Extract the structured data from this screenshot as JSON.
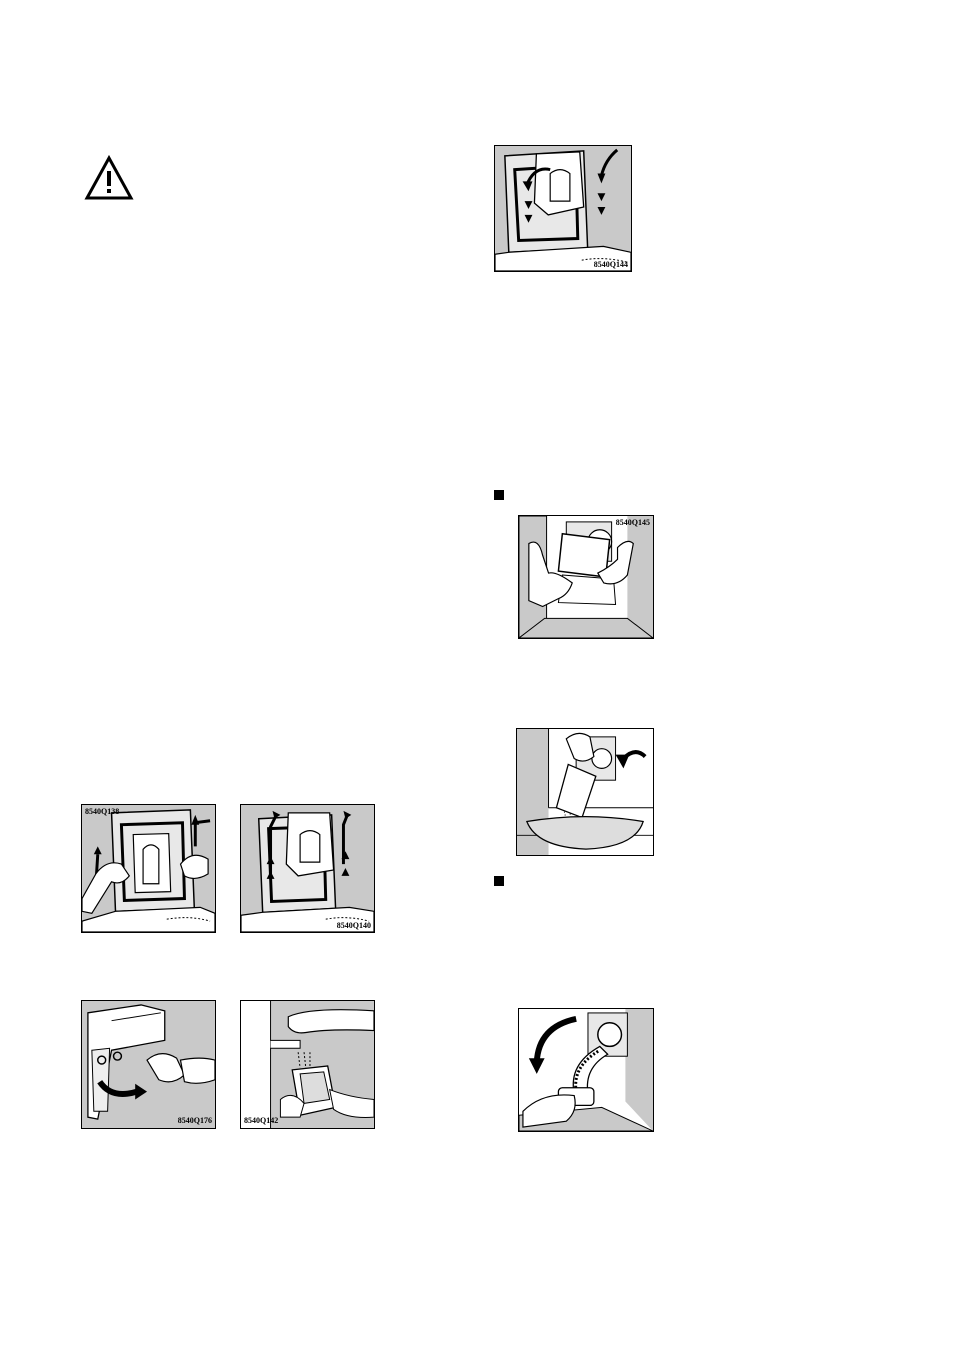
{
  "figures": [
    {
      "id": "fig1",
      "code": "8540Q138"
    },
    {
      "id": "fig2",
      "code": "8540Q140"
    },
    {
      "id": "fig3",
      "code": "8540Q176"
    },
    {
      "id": "fig4",
      "code": "8540Q142"
    },
    {
      "id": "fig5",
      "code": "8540Q144"
    },
    {
      "id": "fig6",
      "code": "8540Q145"
    },
    {
      "id": "fig7",
      "code": ""
    },
    {
      "id": "fig8",
      "code": ""
    }
  ],
  "icons": {
    "warning": "warning-triangle-icon",
    "bullet": "square-bullet-icon"
  }
}
